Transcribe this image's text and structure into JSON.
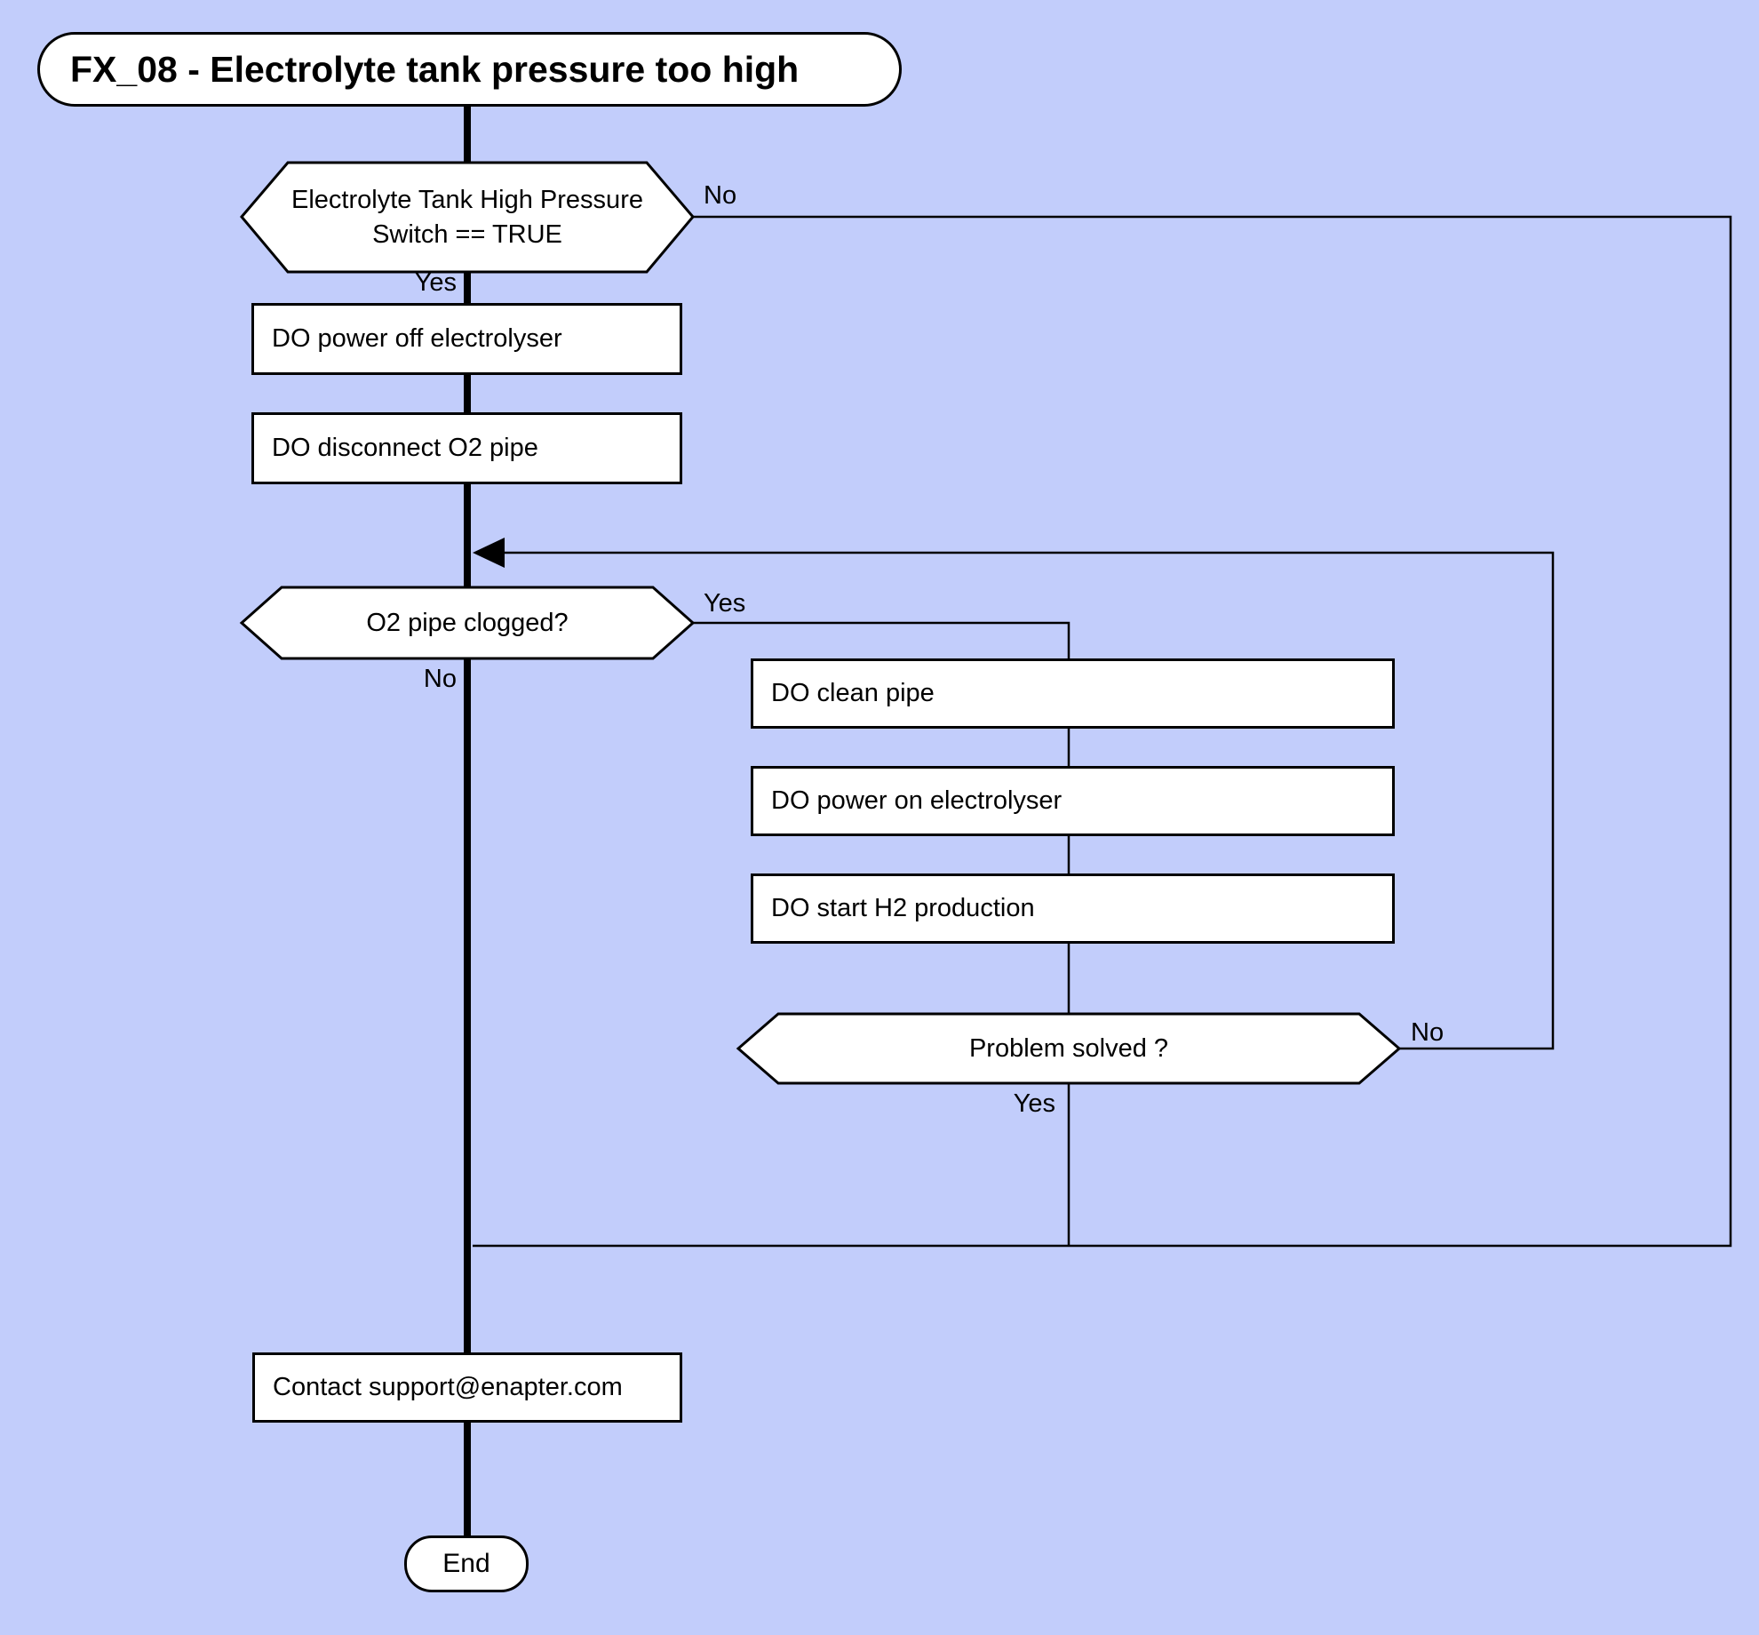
{
  "diagram": {
    "title": "FX_08 - Electrolyte tank pressure too high",
    "colors": {
      "background": "#c2cdfb",
      "node_fill": "#ffffff",
      "line": "#000000",
      "text": "#000000"
    },
    "nodes": {
      "decision1": {
        "line1": "Electrolyte Tank High Pressure",
        "line2": "Switch == TRUE"
      },
      "process1": {
        "label": "DO power off electrolyser"
      },
      "process2": {
        "label": "DO disconnect O2 pipe"
      },
      "decision2": {
        "label": "O2 pipe clogged?"
      },
      "process3": {
        "label": "DO clean pipe"
      },
      "process4": {
        "label": "DO power on electrolyser"
      },
      "process5": {
        "label": "DO start H2 production"
      },
      "decision3": {
        "label": "Problem solved ?"
      },
      "process6": {
        "label": "Contact support@enapter.com"
      },
      "terminator_end": {
        "label": "End"
      }
    },
    "edge_labels": {
      "decision1_no": "No",
      "decision1_yes": "Yes",
      "decision2_yes": "Yes",
      "decision2_no": "No",
      "decision3_no": "No",
      "decision3_yes": "Yes"
    }
  }
}
